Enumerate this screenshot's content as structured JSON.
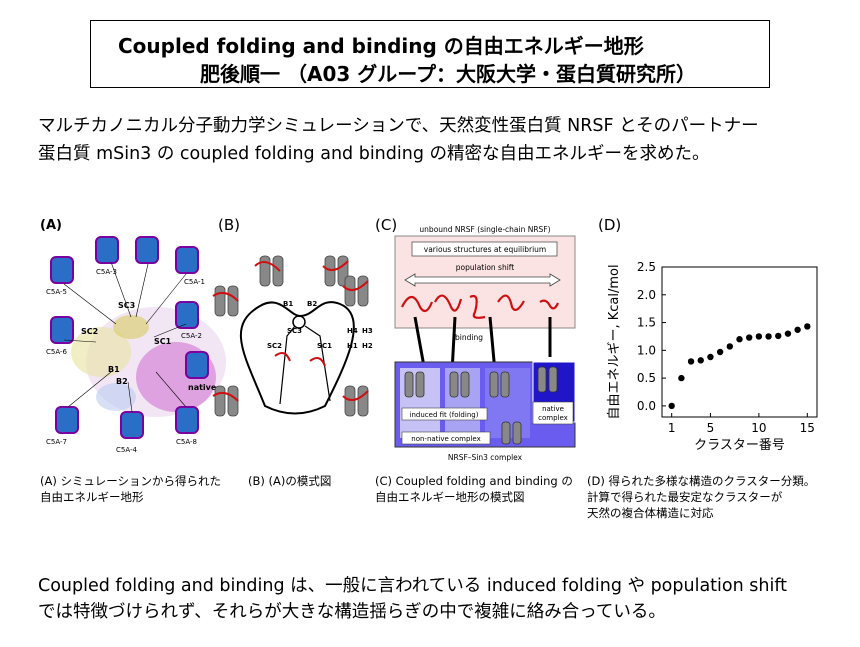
{
  "title": {
    "line1": "Coupled folding and binding の自由エネルギー地形",
    "line2": "肥後順一 （A03 グループ：大阪大学・蛋白質研究所）"
  },
  "intro": {
    "line1": "マルチカノニカル分子動力学シミュレーションで、天然変性蛋白質 NRSF とそのパートナー",
    "line2": "蛋白質 mSin3 の coupled folding and binding の精密な自由エネルギーを求めた。"
  },
  "panel_a": {
    "label": "(A)",
    "cluster_labels": [
      "C5A-3",
      "C5A-1",
      "C5A-5",
      "C5A-2",
      "C5A-6",
      "C5A-7",
      "C5A-4",
      "C5A-8"
    ],
    "region_labels": [
      "SC3",
      "SC2",
      "SC1",
      "B1",
      "B2",
      "native"
    ],
    "caption_line1": "(A) シミュレーションから得られた",
    "caption_line2": "自由エネルギー地形"
  },
  "panel_b": {
    "label": "(B)",
    "region_labels": [
      "B1",
      "B2",
      "SC3",
      "SC2",
      "SC1",
      "H4",
      "H3",
      "H1",
      "H2"
    ],
    "caption": "(B) (A)の模式図"
  },
  "panel_c": {
    "label": "(C)",
    "header": "unbound NRSF (single-chain NRSF)",
    "various": "various structures at equilibrium",
    "population_shift": "population shift",
    "binding": "binding",
    "induced_fit": "induced fit (folding)",
    "non_native": "non-native complex",
    "native_complex_line1": "native",
    "native_complex_line2": "complex",
    "footer": "NRSF–Sin3 complex",
    "caption_line1": "(C) Coupled folding and binding の",
    "caption_line2": "自由エネルギー地形の模式図"
  },
  "panel_d": {
    "label": "(D)",
    "caption_line1": "(D) 得られた多様な構造のクラスター分類。",
    "caption_line2": "計算で得られた最安定なクラスターが",
    "caption_line3": "天然の複合体構造に対応"
  },
  "conclusion": {
    "line1": "Coupled folding and binding は、一般に言われている induced folding や population shift",
    "line2": "では特徴づけられず、それらが大きな構造揺らぎの中で複雑に絡み合っている。"
  },
  "chart_data": {
    "type": "scatter",
    "xlabel": "クラスター番号",
    "ylabel": "自由エネルギー, Kcal/mol",
    "xlim": [
      0,
      16
    ],
    "ylim": [
      -0.2,
      2.5
    ],
    "xticks": [
      1,
      5,
      10,
      15
    ],
    "yticks": [
      0.0,
      0.5,
      1.0,
      1.5,
      2.0,
      2.5
    ],
    "x": [
      1,
      2,
      3,
      4,
      5,
      6,
      7,
      8,
      9,
      10,
      11,
      12,
      13,
      14,
      15
    ],
    "y": [
      0.0,
      0.5,
      0.8,
      0.82,
      0.88,
      0.97,
      1.07,
      1.2,
      1.23,
      1.25,
      1.25,
      1.26,
      1.3,
      1.37,
      1.43
    ],
    "grid": false,
    "marker_color": "#000000"
  }
}
